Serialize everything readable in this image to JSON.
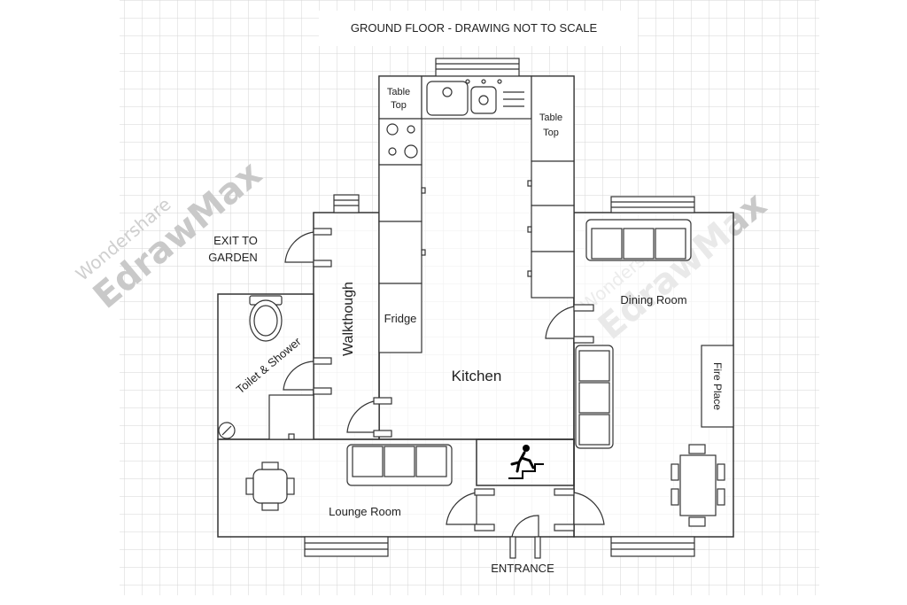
{
  "title": "GROUND FLOOR - DRAWING NOT TO SCALE",
  "labels": {
    "exit_line1": "EXIT TO",
    "exit_line2": "GARDEN",
    "walkthrough": "Walkthough",
    "toilet": "Toilet & Shower",
    "fridge": "Fridge",
    "kitchen": "Kitchen",
    "table_top_left_1": "Table",
    "table_top_left_2": "Top",
    "table_top_right_1": "Table",
    "table_top_right_2": "Top",
    "dining": "Dining Room",
    "fire_place": "Fire Place",
    "lounge": "Lounge Room",
    "entrance": "ENTRANCE"
  },
  "watermark": {
    "brand": "EdrawMax",
    "maker": "Wondershare"
  },
  "colors": {
    "line": "#333333",
    "grid": "#d6d6d6",
    "watermark": "#c9c9c9"
  }
}
